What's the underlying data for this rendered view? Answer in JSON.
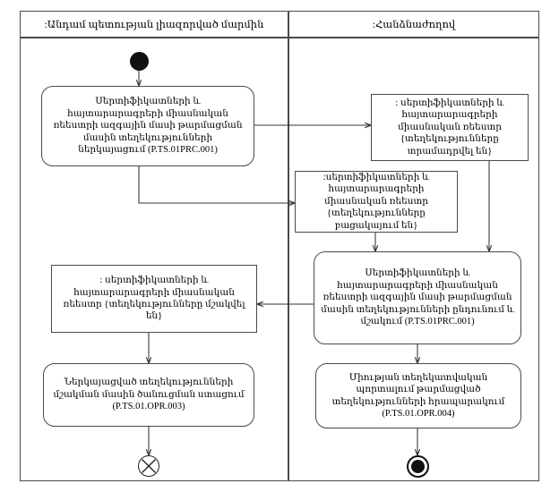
{
  "diagram": {
    "title": "UML Activity Diagram with Swimlanes",
    "stroke_color": "#4a4a4a",
    "line_color": "#333333",
    "node_fill": "#ffffff"
  },
  "lanes": [
    {
      "id": "member-state",
      "label": ":Անդամ պետության լիազորված մարմին"
    },
    {
      "id": "commission",
      "label": ":Հանձնաժողով"
    }
  ],
  "nodes": {
    "initial": {
      "name": "initial-node",
      "label": ""
    },
    "action_submit": {
      "type": "action",
      "text": "Սերտիֆիկատների և հայտարարագրերի միասնական ռեեստրի ազգային մասի թարմացման մասին տեղեկությունների ներկայացում (P.TS.01PRC.001)"
    },
    "object_provided": {
      "type": "object",
      "text": ": սերտիֆիկատների և հայտարարագրերի միասնական ռեեստր {տեղեկությունները տրամադրվել են}"
    },
    "object_missing": {
      "type": "object",
      "text": ":սերտիֆիկատների և հայտարարագրերի միասնական ռեեստր {տեղեկությունները բացակայում են}"
    },
    "object_processed": {
      "type": "object",
      "text": ": սերտիֆիկատների և հայտարարագրերի միասնական ռեեստր {տեղեկությունները մշակվել են}"
    },
    "action_receive": {
      "type": "action",
      "text": "Սերտիֆիկատների և հայտարարագրերի միասնական ռեեստրի ազգային մասի թարմացման մասին տեղեկությունների ընդունում և մշակում (P.TS.01PRC.001)"
    },
    "action_notice": {
      "type": "action",
      "text": "Ներկայացված տեղեկությունների մշակման մասին ծանուցման ստացում (P.TS.01.OPR.003)"
    },
    "action_publish": {
      "type": "action",
      "text": "Միության տեղեկատվական պորտալում թարմացված տեղեկությունների հրապարակում (P.TS.01.OPR.004)"
    },
    "flow_final": {
      "name": "flow-final-node",
      "label": ""
    },
    "activity_final": {
      "name": "activity-final-node",
      "label": ""
    }
  }
}
